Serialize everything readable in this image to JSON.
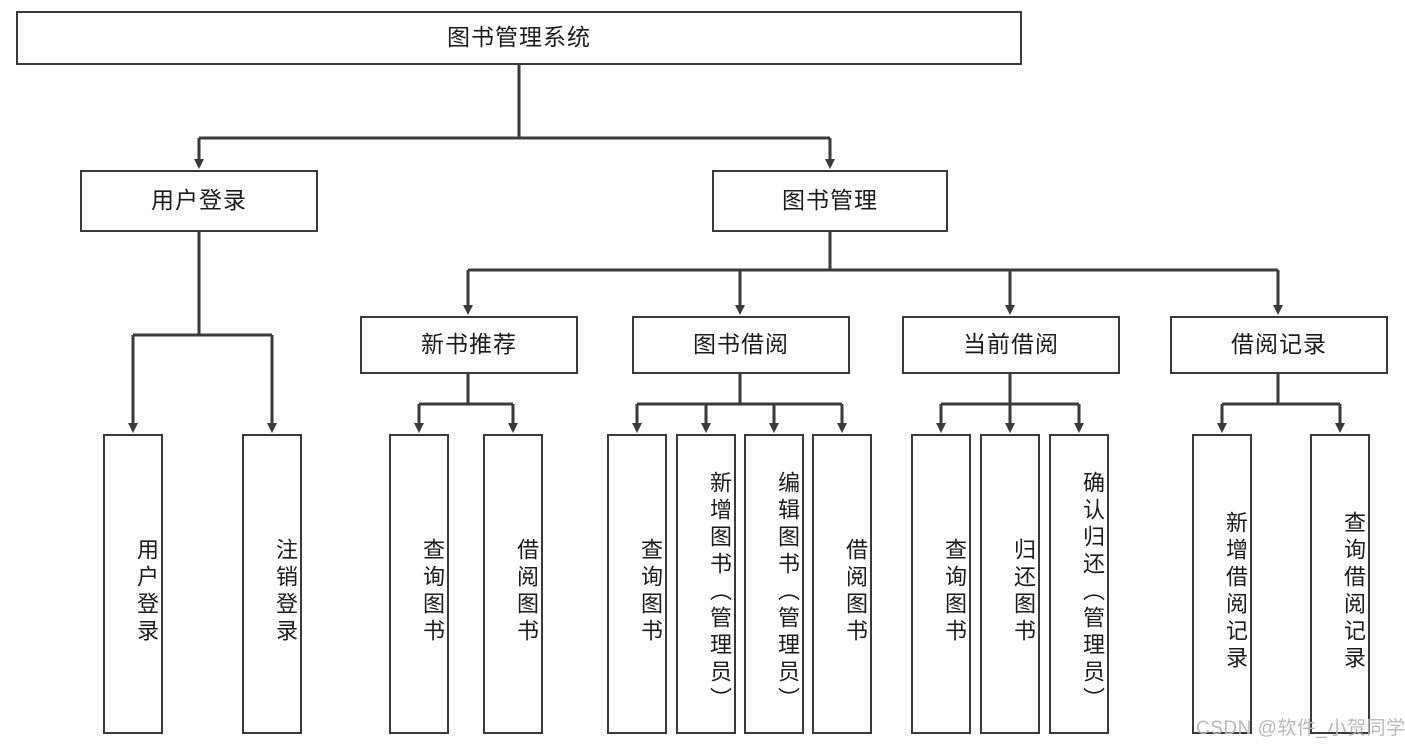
{
  "diagram": {
    "title": "图书管理系统",
    "type": "tree-hierarchy-chart",
    "root": {
      "label": "图书管理系统"
    },
    "level2": [
      {
        "label": "用户登录"
      },
      {
        "label": "图书管理"
      }
    ],
    "level3": [
      {
        "label": "新书推荐"
      },
      {
        "label": "图书借阅"
      },
      {
        "label": "当前借阅"
      },
      {
        "label": "借阅记录"
      }
    ],
    "leaves": {
      "user_login": [
        {
          "label": "用户登录"
        },
        {
          "label": "注销登录"
        }
      ],
      "new_book": [
        {
          "label": "查询图书"
        },
        {
          "label": "借阅图书"
        }
      ],
      "book_borrow": [
        {
          "label": "查询图书"
        },
        {
          "label": "新增图书（管理员）"
        },
        {
          "label": "编辑图书（管理员）"
        },
        {
          "label": "借阅图书"
        }
      ],
      "current_borrow": [
        {
          "label": "查询图书"
        },
        {
          "label": "归还图书"
        },
        {
          "label": "确认归还（管理员）"
        }
      ],
      "borrow_record": [
        {
          "label": "新增借阅记录"
        },
        {
          "label": "查询借阅记录"
        }
      ]
    }
  },
  "watermark": {
    "text": "CSDN @软件_小贺同学"
  },
  "colors": {
    "stroke": "#3a3a3a",
    "fill": "#ffffff",
    "text": "#1b1b1b",
    "watermark": "#b9b9b9"
  }
}
